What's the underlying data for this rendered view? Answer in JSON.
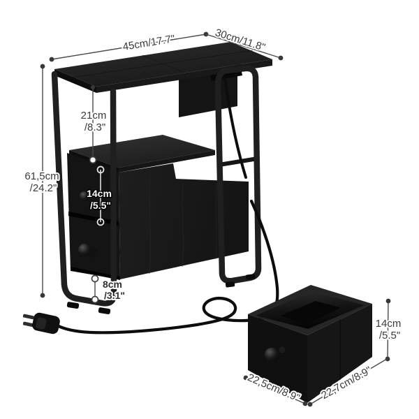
{
  "palette": {
    "background": "#ffffff",
    "furniture_top": "#262626",
    "furniture_dark": "#131313",
    "frame": "#1f1f1f",
    "dim_line": "#4a4a4a",
    "dim_text": "#3a3a3a",
    "dim_text_on_dark": "#ffffff"
  },
  "dimensions": {
    "table_top_width": "45cm/17.7\"",
    "table_top_depth": "30cm/11.8\"",
    "open_shelf_height": {
      "metric": "21cm",
      "imperial": "/8.3\""
    },
    "overall_height": {
      "metric": "61,5cm",
      "imperial": "/24.2\""
    },
    "drawer_height": {
      "metric": "14cm",
      "imperial": "/5.5\""
    },
    "bottom_clearance": {
      "metric": "8cm",
      "imperial": "/3.1\""
    },
    "storage_box": {
      "height": {
        "metric": "14cm",
        "imperial": "/5.5\""
      },
      "width": "22,5cm/8.9\"",
      "depth": "22,7cm/8.9\""
    }
  }
}
